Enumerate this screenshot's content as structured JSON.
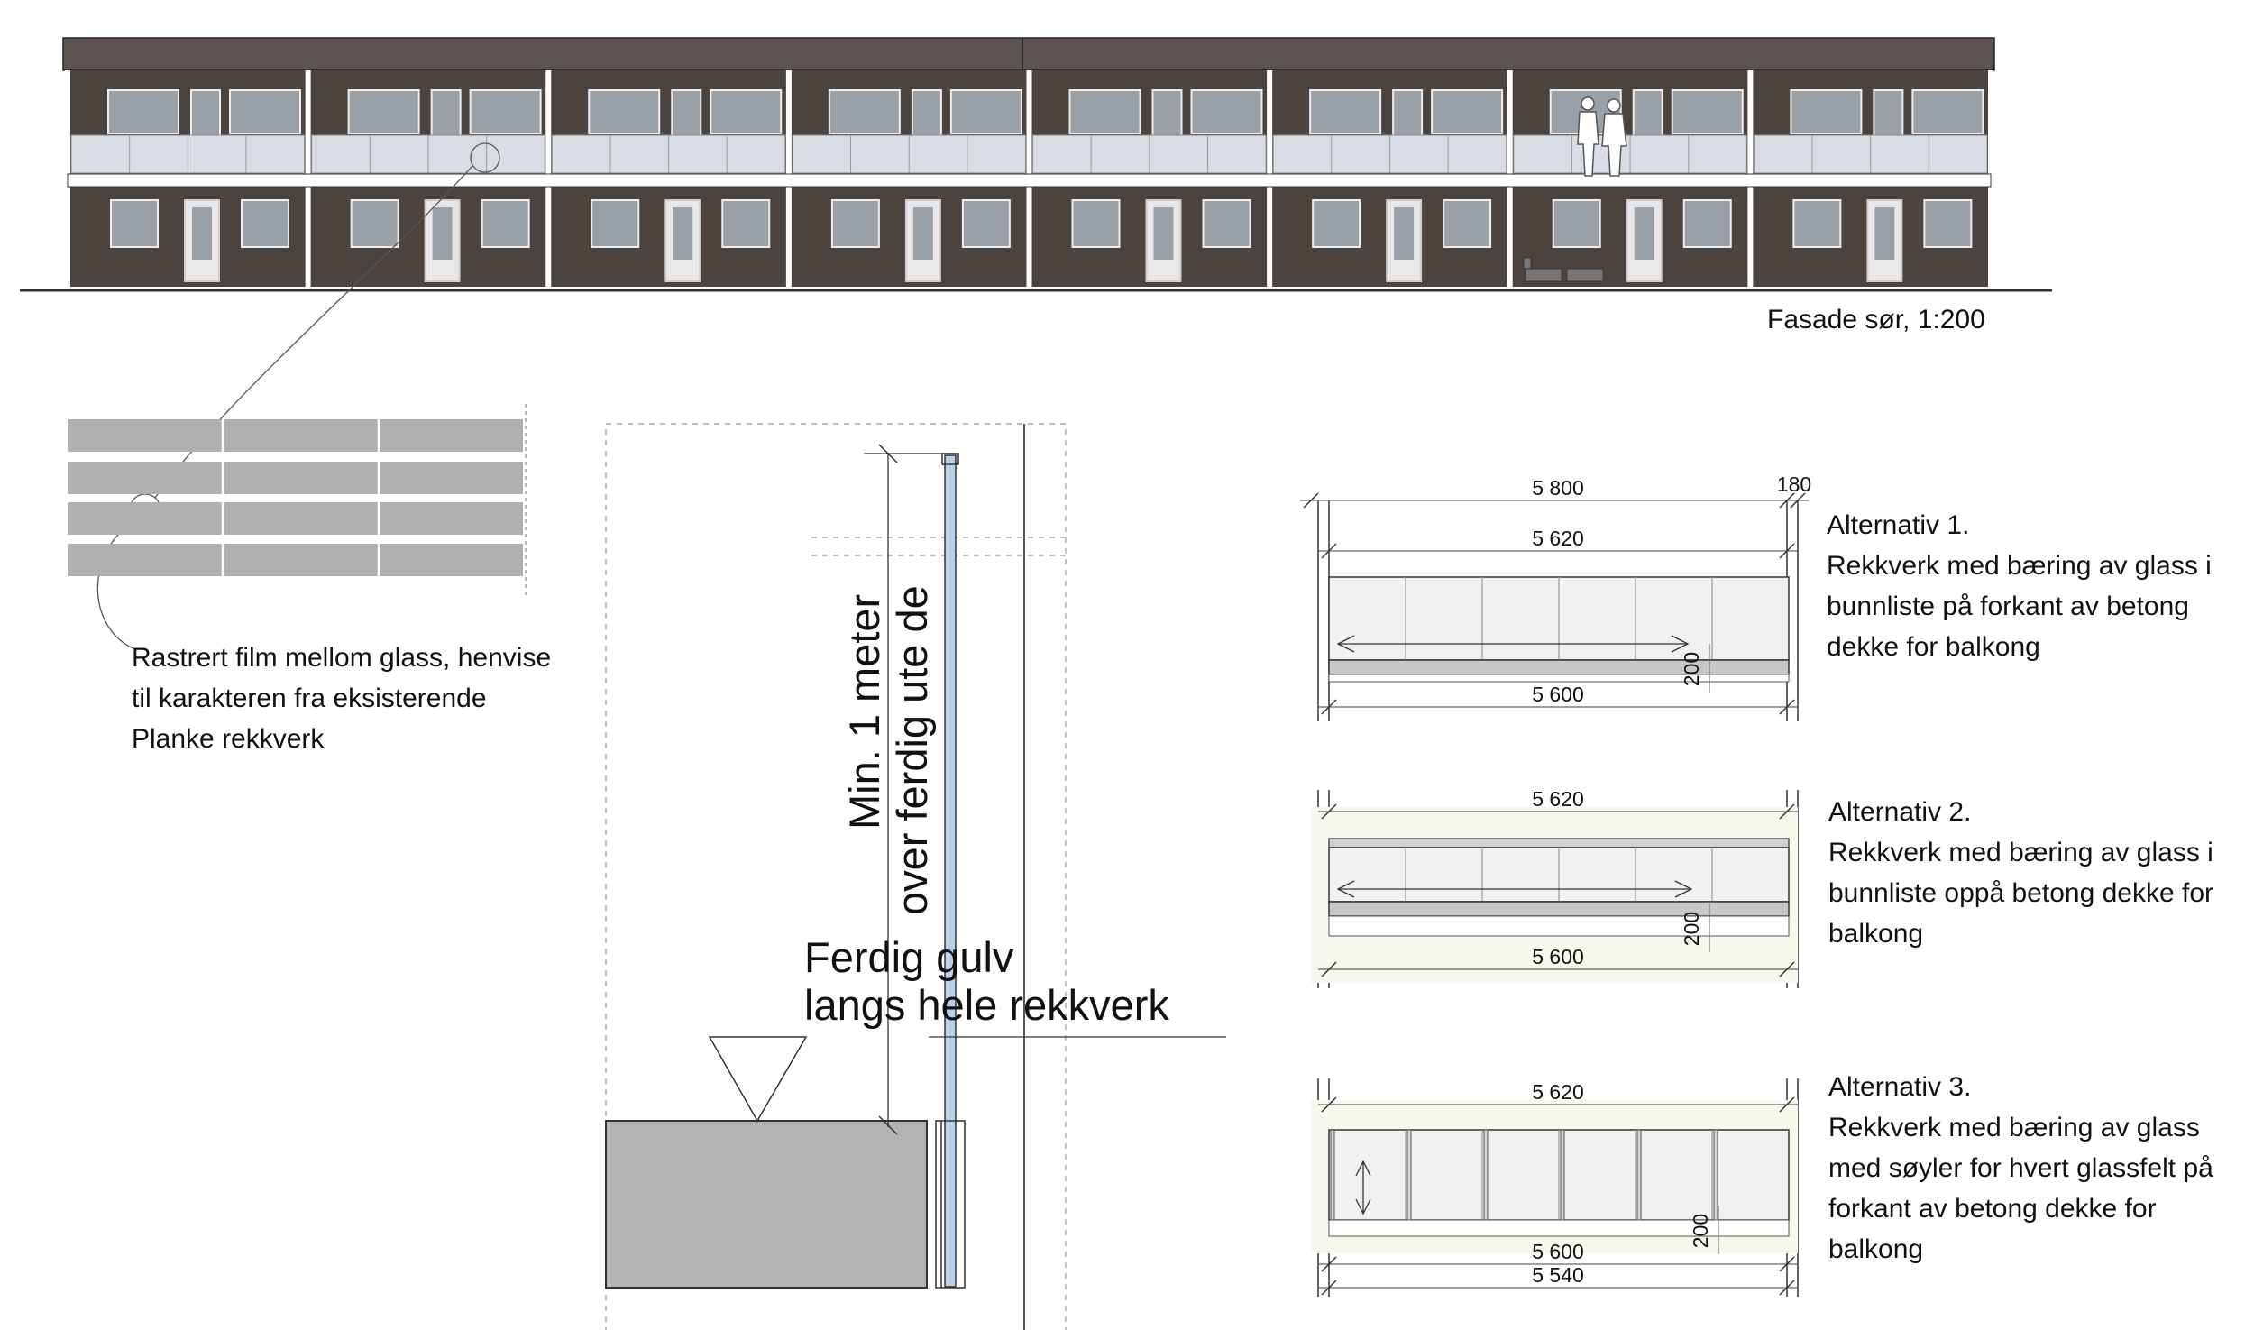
{
  "elevation": {
    "caption": "Fasade sør, 1:200",
    "units": 8
  },
  "film_note": {
    "lines": [
      "Rastrert film mellom glass, henvise",
      "til karakteren fra eksisterende",
      "Planke rekkverk"
    ]
  },
  "section": {
    "height_label_1": "Min. 1 meter",
    "height_label_2": "over ferdig ute de",
    "floor_label_1": "Ferdig gulv",
    "floor_label_2": "langs hele rekkverk"
  },
  "alternatives": [
    {
      "id": "alt1",
      "dims": {
        "top": "5 800",
        "top_right": "180",
        "inner": "5 620",
        "bottom": "5 600",
        "side": "200"
      },
      "lines": [
        "Alternativ 1.",
        "Rekkverk  med bæring av glass i",
        "bunnliste på forkant av betong",
        "dekke for balkong"
      ]
    },
    {
      "id": "alt2",
      "dims": {
        "inner": "5 620",
        "bottom": "5 600",
        "side": "200"
      },
      "lines": [
        "Alternativ 2.",
        "Rekkverk med bæring av glass i",
        "bunnliste oppå betong dekke for",
        "balkong"
      ]
    },
    {
      "id": "alt3",
      "dims": {
        "inner": "5 620",
        "bottom": "5 600",
        "bottom2": "5 540",
        "side": "200"
      },
      "lines": [
        "Alternativ 3.",
        "Rekkverk med bæring av glass",
        "med søyler for hvert glassfelt på",
        "forkant av betong dekke for",
        "balkong"
      ]
    }
  ],
  "colors": {
    "facade": "#4a433e",
    "roof": "#5b5450",
    "window": "#9aa1a6",
    "glass": "#d7dde2",
    "slab": "#b3b3b3",
    "post": "#b9d0e6"
  }
}
